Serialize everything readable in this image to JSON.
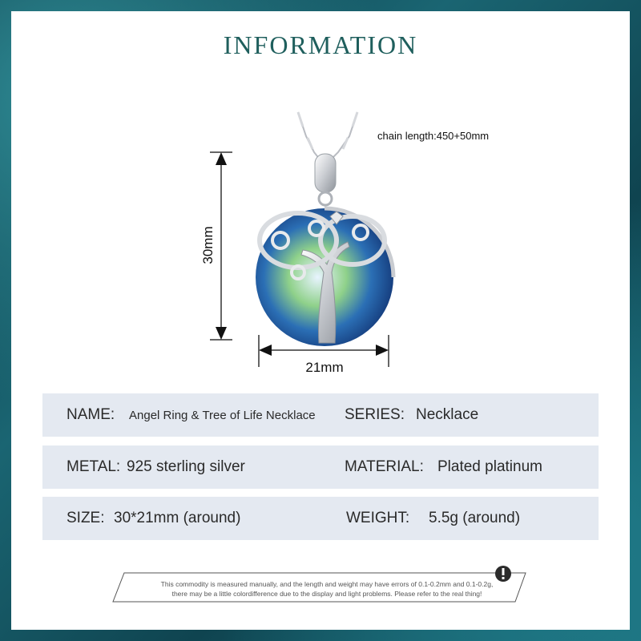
{
  "title": "INFORMATION",
  "chain_length": "chain length:450+50mm",
  "height_dim": "30mm",
  "width_dim": "21mm",
  "specs": {
    "name_label": "NAME:",
    "name_value": "Angel Ring & Tree of Life Necklace",
    "series_label": "SERIES:",
    "series_value": "Necklace",
    "metal_label": "METAL:",
    "metal_value": "925 sterling silver",
    "material_label": "MATERIAL:",
    "material_value": "Plated platinum",
    "size_label": "SIZE:",
    "size_value": "30*21mm (around)",
    "weight_label": "WEIGHT:",
    "weight_value": "5.5g (around)"
  },
  "note_line1": "This commodity is measured manually, and the length and weight may have errors of 0.1-0.2mm and 0.1-0.2g,",
  "note_line2": "there may be a little colordifference due to the display and light problems. Please refer to the real thing!",
  "colors": {
    "title": "#1f5f5d",
    "row_bg": "#e4e9f1",
    "frame": "#1a6572"
  }
}
